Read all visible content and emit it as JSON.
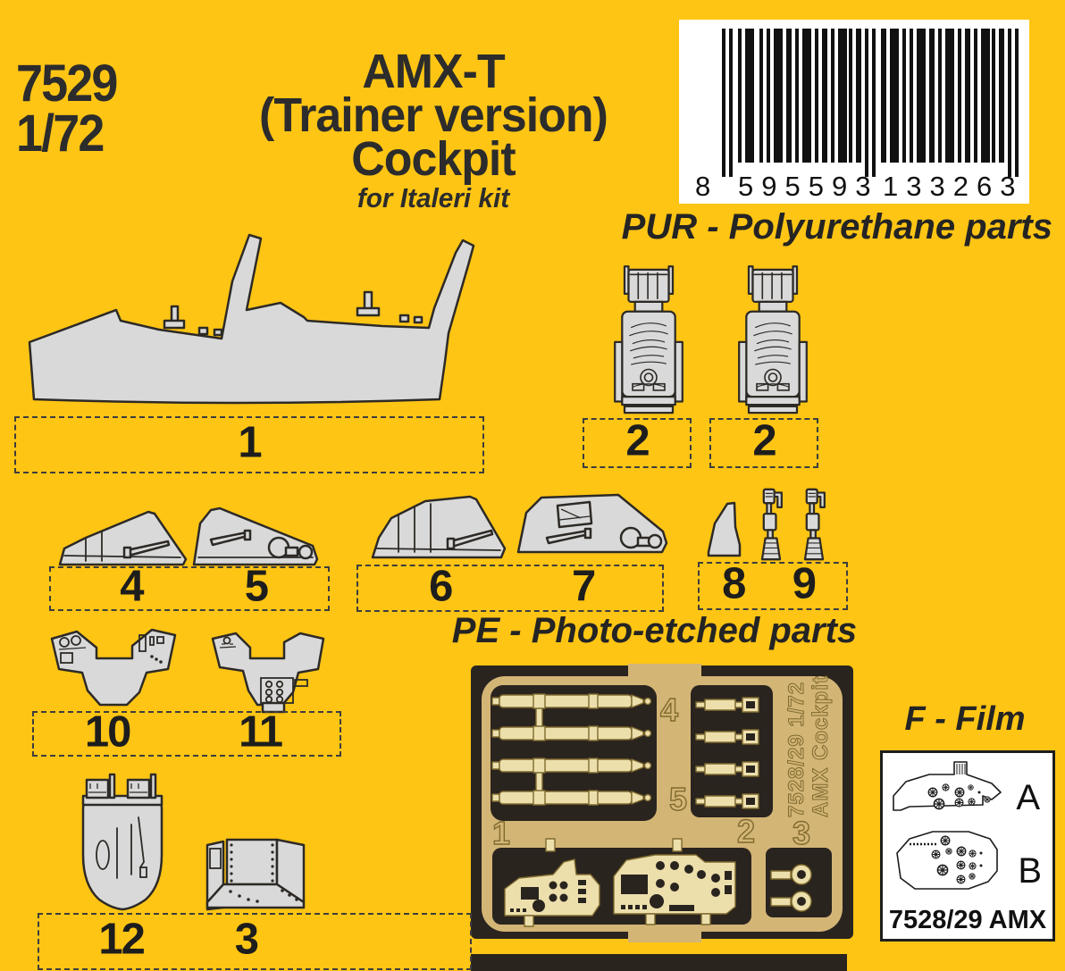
{
  "colors": {
    "background": "#FFC514",
    "part_fill": "#D9D9D9",
    "part_outline": "#2D2A26",
    "label_text": "#1D1D1D",
    "fret_dark": "#2A241F",
    "fret_tan": "#D3B576",
    "fret_part_cream": "#ECDFAC",
    "film_background": "#FFFFFF"
  },
  "masthead": {
    "product_code": "7529",
    "scale": "1/72",
    "title1": "AMX-T",
    "title2": "(Trainer version)",
    "title3": "Cockpit",
    "subtitle": "for Italeri kit"
  },
  "barcode": {
    "lead": "8",
    "group1": "595593",
    "group2": "133263"
  },
  "pur_section": {
    "heading": "PUR - Polyurethane parts",
    "labels": {
      "p1": "1",
      "p2a": "2",
      "p2b": "2",
      "p3": "3",
      "p4": "4",
      "p5": "5",
      "p6": "6",
      "p7": "7",
      "p8": "8",
      "p9": "9",
      "p10": "10",
      "p11": "11",
      "p12": "12"
    }
  },
  "pe_section": {
    "heading": "PE - Photo-etched parts",
    "fret": {
      "code_vertical": "7528/29 1/72",
      "name_vertical": "AMX Cockpit",
      "labels": {
        "f1": "1",
        "f2": "2",
        "f3": "3",
        "f4": "4",
        "f5": "5"
      }
    }
  },
  "film_section": {
    "heading": "F - Film",
    "panel_a_label": "A",
    "panel_b_label": "B",
    "caption": "7528/29 AMX"
  }
}
